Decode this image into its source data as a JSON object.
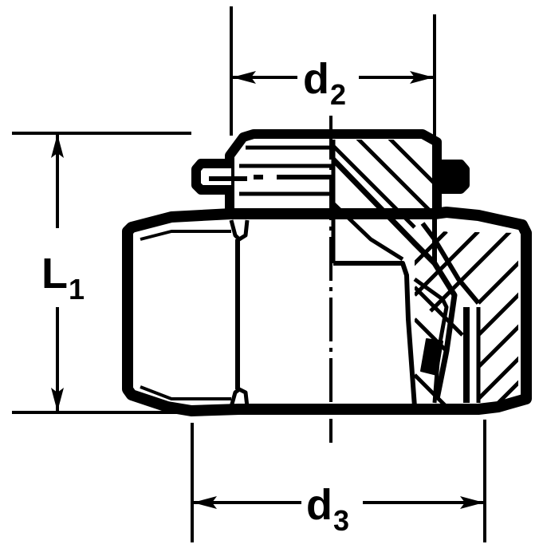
{
  "figure": {
    "type": "technical-drawing",
    "subject": "hex fitting / nut, half cross-section view",
    "colors": {
      "ink": "#000000",
      "paper": "#ffffff"
    }
  },
  "dimensions": {
    "d2": {
      "symbol": "d",
      "subscript": "2",
      "orientation": "horizontal",
      "position": "top"
    },
    "L1": {
      "symbol": "L",
      "subscript": "1",
      "orientation": "vertical",
      "position": "left"
    },
    "d3": {
      "symbol": "d",
      "subscript": "3",
      "orientation": "horizontal",
      "position": "bottom"
    }
  }
}
